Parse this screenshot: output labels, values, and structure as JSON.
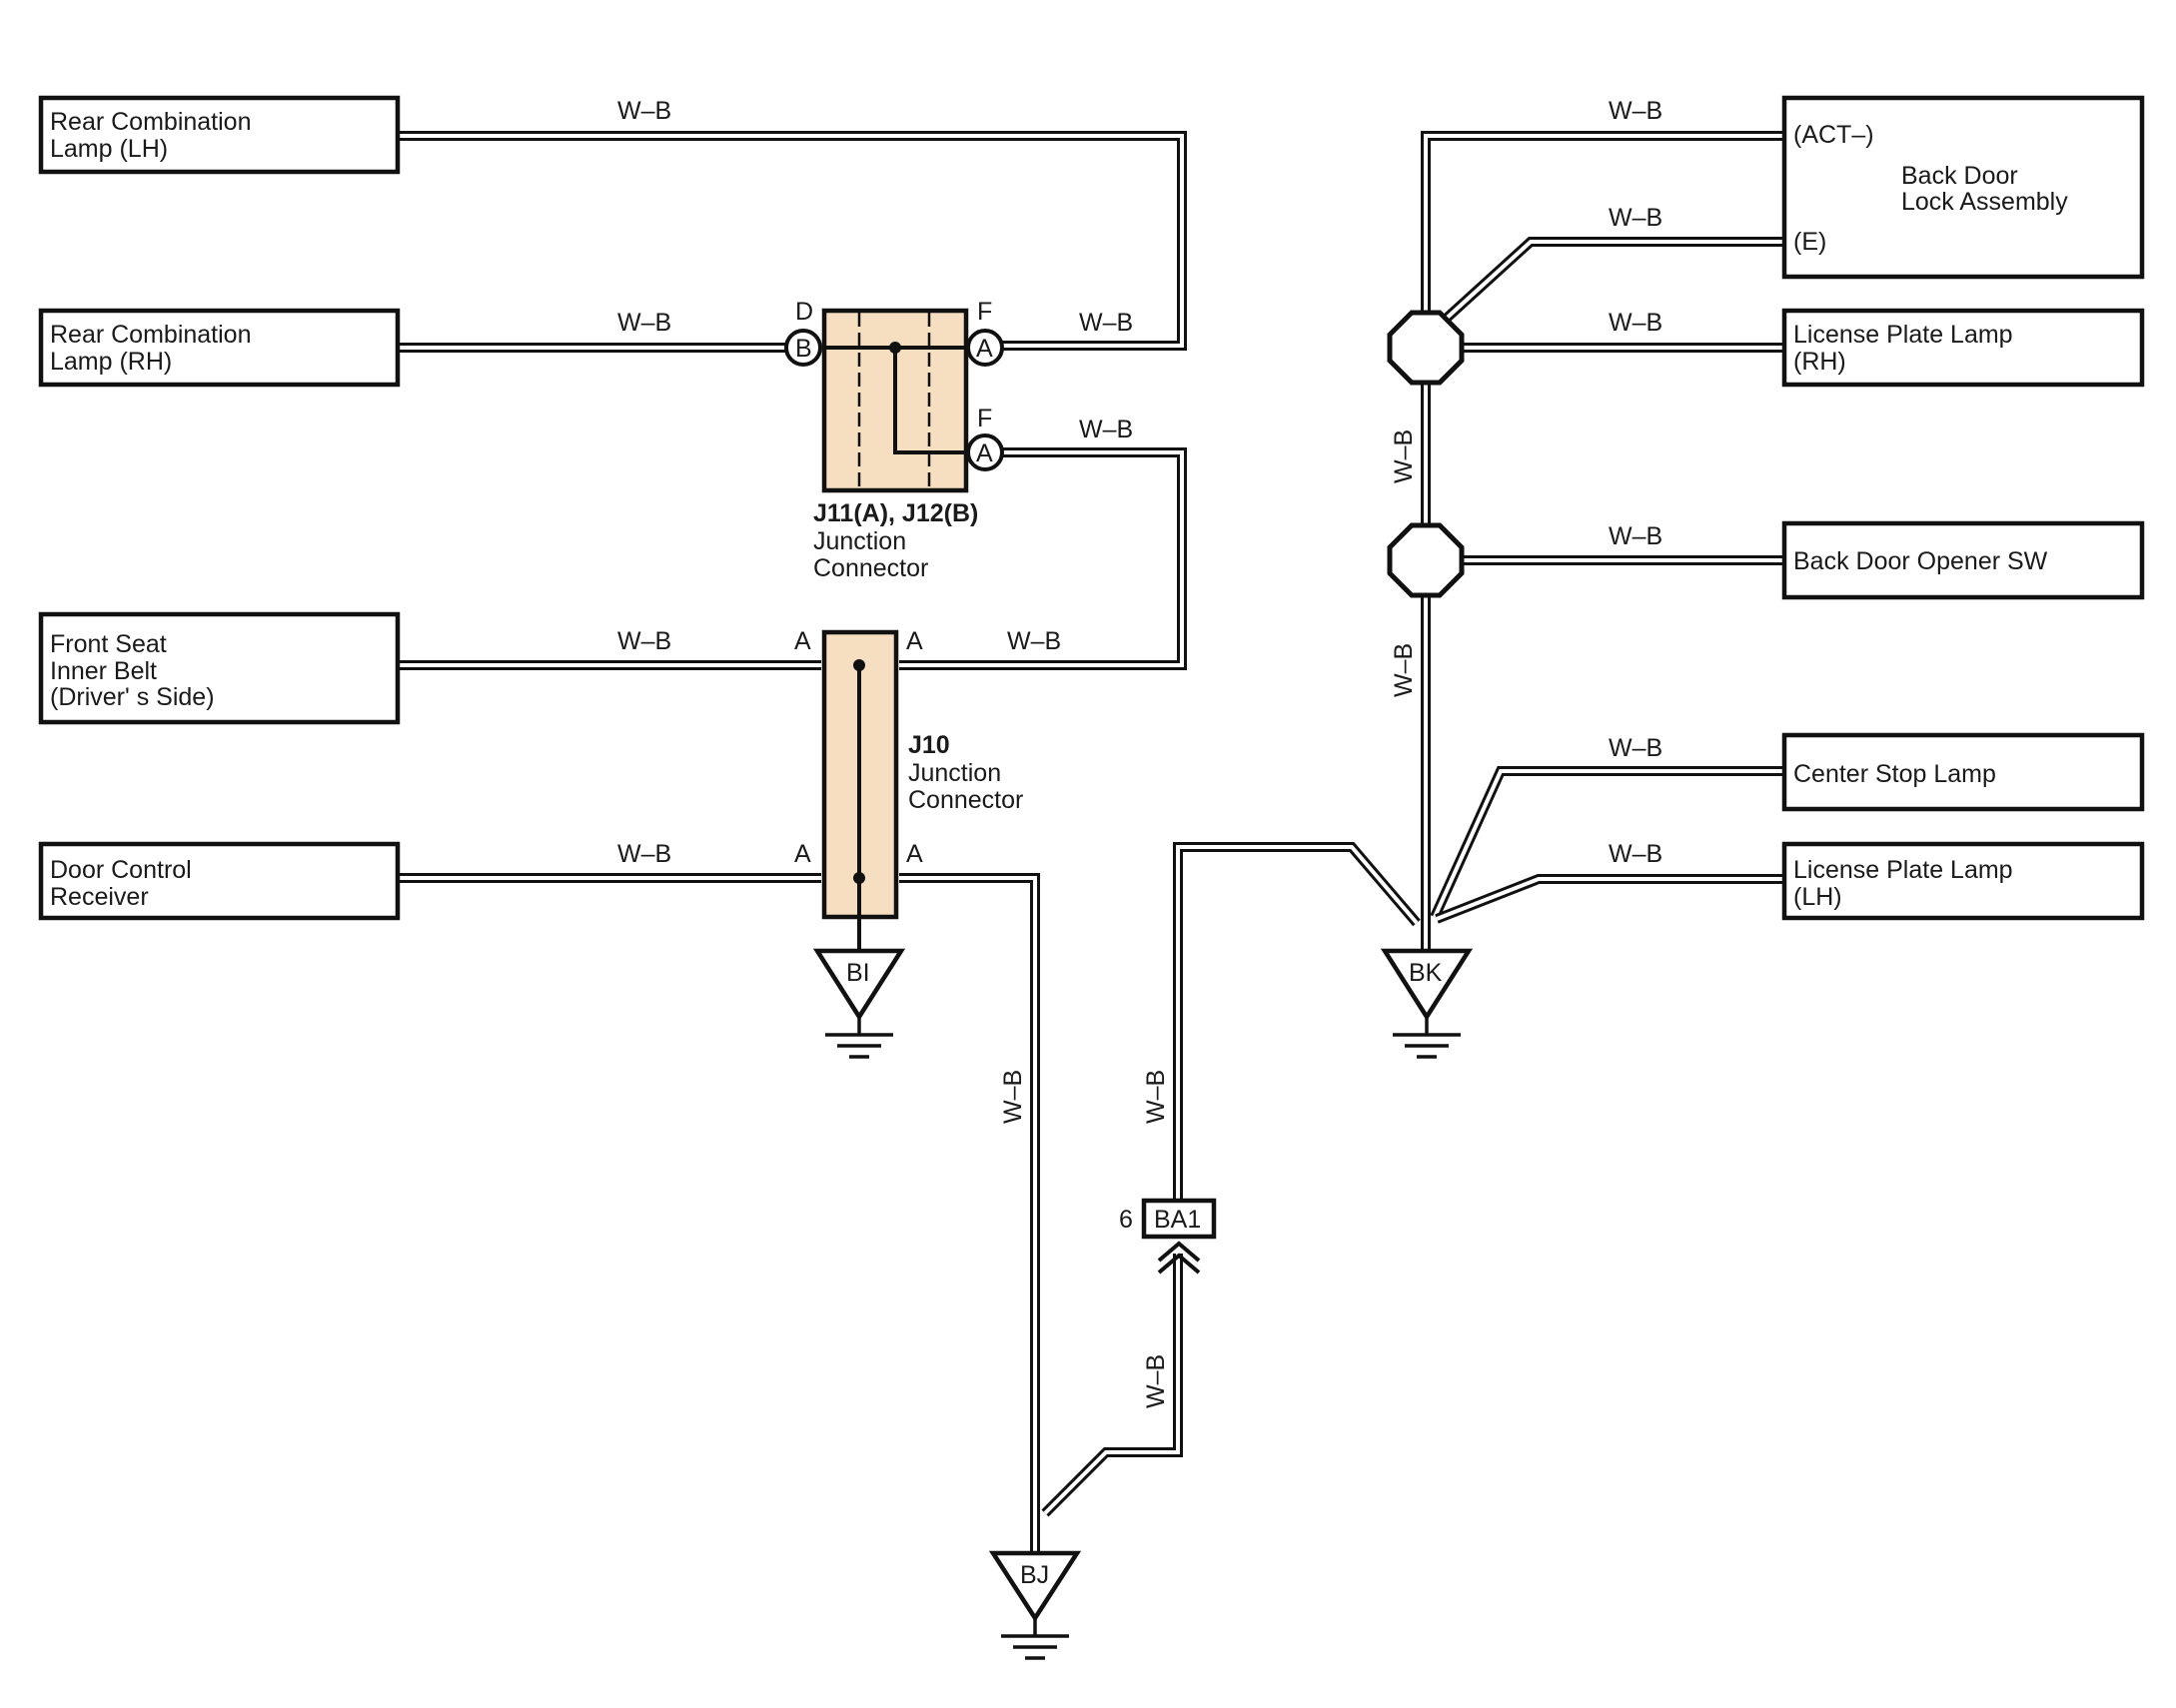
{
  "wire_color": "W–B",
  "components": {
    "rear_comb_lh": [
      "Rear Combination",
      "Lamp (LH)"
    ],
    "rear_comb_rh": [
      "Rear Combination",
      "Lamp (RH)"
    ],
    "front_seat": [
      "Front Seat",
      "Inner Belt",
      "(Driver' s Side)"
    ],
    "door_control": [
      "Door Control",
      "Receiver"
    ],
    "back_door_lock": [
      "Back Door",
      "Lock Assembly"
    ],
    "back_door_lock_pins": [
      "(ACT–)",
      "(E)"
    ],
    "license_rh": [
      "License Plate Lamp",
      "(RH)"
    ],
    "opener_sw": [
      "Back Door Opener SW"
    ],
    "center_stop": [
      "Center Stop Lamp"
    ],
    "license_lh": [
      "License Plate Lamp",
      "(LH)"
    ]
  },
  "junctions": {
    "j11": {
      "title": "J11(A), J12(B)",
      "lines": [
        "Junction",
        "Connector"
      ],
      "pins": {
        "left": "D",
        "right_top": "F",
        "right_bottom": "F"
      },
      "circle_left": "B",
      "circle_right": "A"
    },
    "j10": {
      "title": "J10",
      "lines": [
        "Junction",
        "Connector"
      ],
      "pin": "A"
    }
  },
  "grounds": {
    "bi": "BI",
    "bj": "BJ",
    "bk": "BK"
  },
  "connector_ba1": {
    "label": "BA1",
    "pin": "6"
  }
}
